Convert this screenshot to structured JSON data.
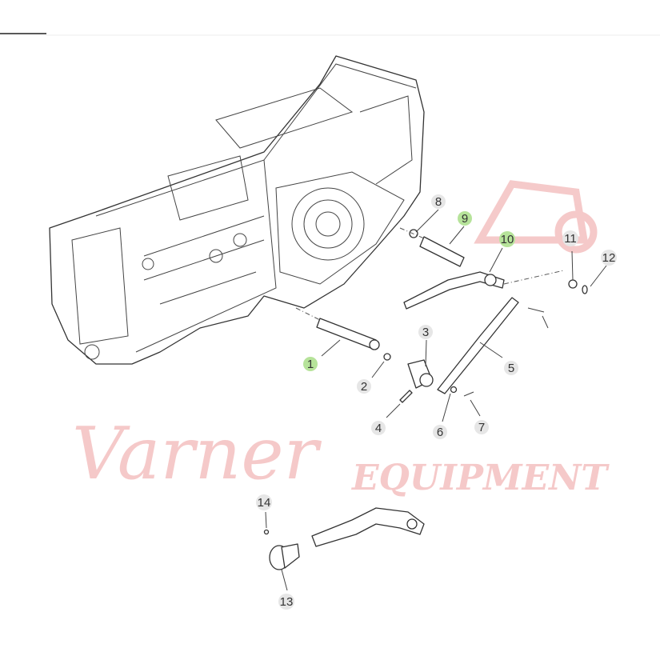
{
  "watermark": {
    "brand": "Varner",
    "word": "EQUIPMENT"
  },
  "callouts": [
    {
      "id": "1",
      "highlighted": true
    },
    {
      "id": "2",
      "highlighted": false
    },
    {
      "id": "3",
      "highlighted": false
    },
    {
      "id": "4",
      "highlighted": false
    },
    {
      "id": "5",
      "highlighted": false
    },
    {
      "id": "6",
      "highlighted": false
    },
    {
      "id": "7",
      "highlighted": false
    },
    {
      "id": "8",
      "highlighted": false
    },
    {
      "id": "9",
      "highlighted": true
    },
    {
      "id": "10",
      "highlighted": true
    },
    {
      "id": "11",
      "highlighted": false
    },
    {
      "id": "12",
      "highlighted": false
    },
    {
      "id": "13",
      "highlighted": false
    },
    {
      "id": "14",
      "highlighted": false
    }
  ],
  "colors": {
    "highlight": "#b6e39a",
    "label_bg": "#e6e6e6",
    "watermark": "#f2b8b8"
  }
}
